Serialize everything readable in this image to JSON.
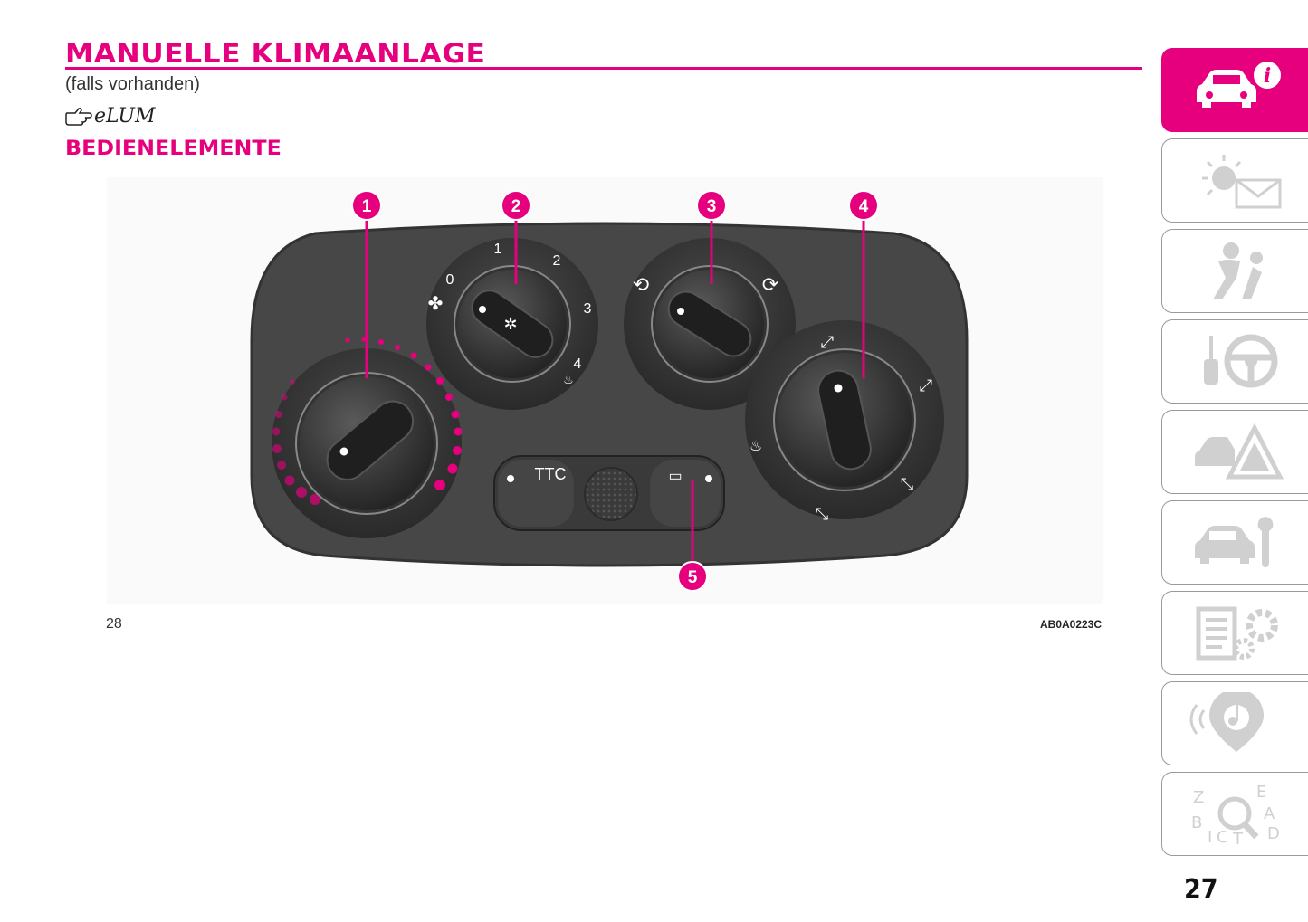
{
  "header": {
    "title": "MANUELLE KLIMAANLAGE",
    "subtitle": "(falls vorhanden)",
    "elum_label": "eLUM",
    "section_title": "BEDIENELEMENTE"
  },
  "figure": {
    "callouts": [
      "1",
      "2",
      "3",
      "4",
      "5"
    ],
    "fan_scale": [
      "0",
      "1",
      "2",
      "3",
      "4"
    ],
    "ttc_label": "TTC",
    "page_ref": "28",
    "code": "AB0A0223C"
  },
  "sidebar": {
    "tabs": [
      {
        "icon": "car-info-icon",
        "active": true
      },
      {
        "icon": "warning-light-message-icon",
        "active": false
      },
      {
        "icon": "airbag-safety-icon",
        "active": false
      },
      {
        "icon": "key-steering-wheel-icon",
        "active": false
      },
      {
        "icon": "emergency-triangle-icon",
        "active": false
      },
      {
        "icon": "car-maintenance-icon",
        "active": false
      },
      {
        "icon": "technical-data-icon",
        "active": false
      },
      {
        "icon": "multimedia-icon",
        "active": false
      },
      {
        "icon": "alphabetical-index-icon",
        "active": false
      }
    ]
  },
  "footer": {
    "page_number": "27"
  },
  "colors": {
    "accent": "#e6007e",
    "panel": "#4a4a4a",
    "knob": "#2f2f2f"
  }
}
